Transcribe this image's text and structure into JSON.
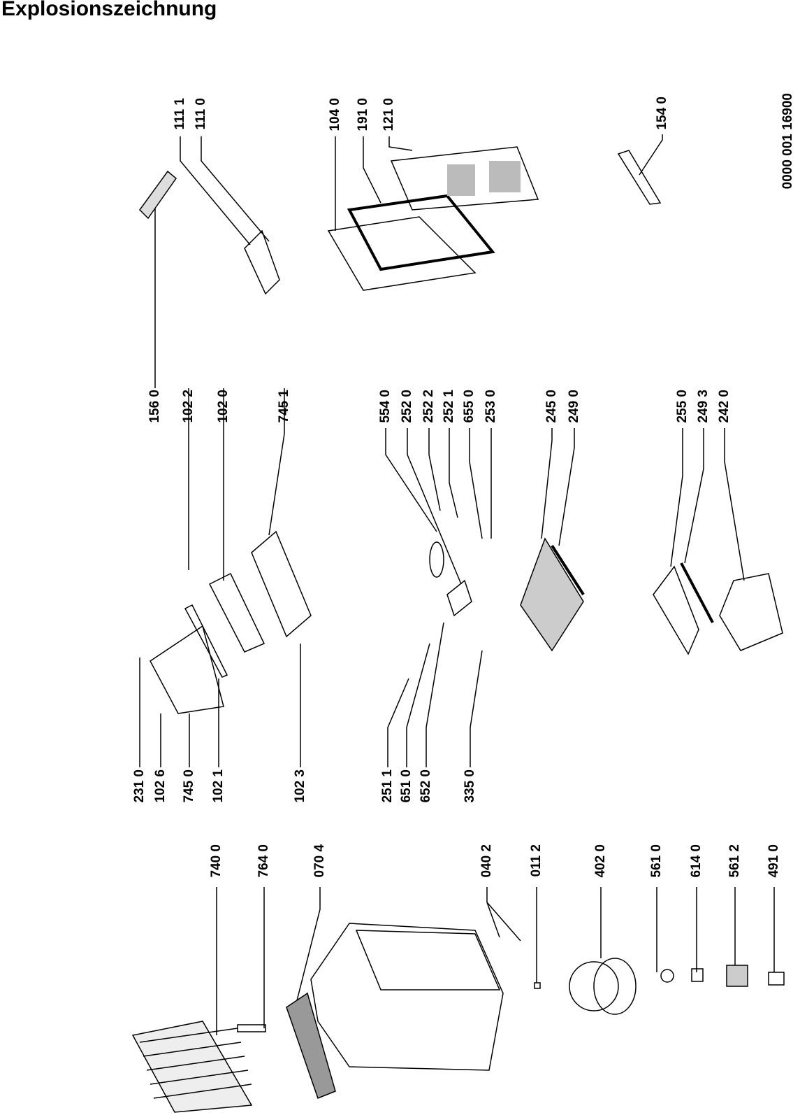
{
  "title": "Explosionszeichnung",
  "drawing_number": "0000 001 16900",
  "labels": [
    "111 1",
    "111 0",
    "104 0",
    "191 0",
    "121 0",
    "154 0",
    "156 0",
    "102 2",
    "102 0",
    "745 1",
    "554 0",
    "252 0",
    "252 2",
    "252 1",
    "655 0",
    "253 0",
    "245 0",
    "249 0",
    "255 0",
    "249 3",
    "242 0",
    "231 0",
    "102 6",
    "745 0",
    "102 1",
    "102 3",
    "251 1",
    "651 0",
    "652 0",
    "335 0",
    "740 0",
    "764 0",
    "070 4",
    "040 2",
    "011 2",
    "402 0",
    "561 0",
    "614 0",
    "561 2",
    "491 0"
  ]
}
